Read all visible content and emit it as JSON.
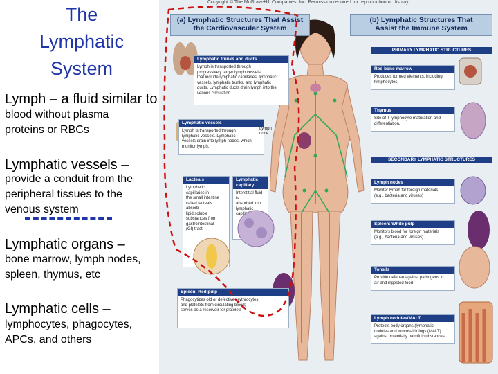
{
  "slide": {
    "title": "The\nLymphatic\nSystem",
    "lymph_heading": "Lymph – a fluid similar to",
    "lymph_desc": "blood without plasma\nproteins or RBCs",
    "vessels_heading": "Lymphatic vessels –",
    "vessels_desc": "provide a conduit from the\nperipheral tissues to the\nvenous system",
    "organs_heading": "Lymphatic organs –",
    "organs_desc": "bone marrow, lymph nodes,\nspleen, thymus, etc",
    "cells_heading": "Lymphatic cells –",
    "cells_desc": "lymphocytes, phagocytes,\nAPCs, and others"
  },
  "figure": {
    "copyright": "Copyright © The McGraw-Hill Companies, Inc. Permission required for reproduction or display.",
    "panel_a_title": "(a) Lymphatic Structures That Assist\nthe Cardiovascular System",
    "panel_b_title": "(b) Lymphatic Structures That\nAssist the Immune System",
    "primary_header": "PRIMARY LYMPHATIC STRUCTURES",
    "secondary_header": "SECONDARY LYMPHATIC STRUCTURES",
    "trunks": {
      "title": "Lymphatic trunks and ducts",
      "text": "Lymph is transported through\nprogressively larger lymph vessels\nthat include lymphatic capillaries, lymphatic\nvessels, lymphatic trunks, and lymphatic\nducts. Lymphatic ducts drain lymph into the\nvenous circulation."
    },
    "vessels": {
      "title": "Lymphatic vessels",
      "text": "Lymph is transported through\nlymphatic vessels. Lymphatic\nvessels drain into lymph nodes, which\nmonitor lymph."
    },
    "lymph_node_label": "Lymph\nnode",
    "lacteals": {
      "title": "Lacteals",
      "text": "Lymphatic\ncapillaries in\nthe small intestine\ncalled lacteals\nabsorb\nlipid soluble\nsubstances from\ngastrointestinal\n(GI) tract."
    },
    "capillary": {
      "title": "Lymphatic\ncapillary",
      "text": "Interstitial fluid is\nabsorbed into\nlymphatic\ncapillaries."
    },
    "red_marrow": {
      "title": "Red bone marrow",
      "text": "Produces formed elements, including\nlymphocytes."
    },
    "thymus": {
      "title": "Thymus",
      "text": "Site of T-lymphocyte maturation and\ndifferentiation."
    },
    "lymph_nodes": {
      "title": "Lymph nodes",
      "text": "Monitor lymph for foreign materials\n(e.g., bacteria and viruses)"
    },
    "spleen_white": {
      "title": "Spleen: White pulp",
      "text": "Monitors blood for foreign materials\n(e.g., bacteria and viruses)"
    },
    "tonsils": {
      "title": "Tonsils",
      "text": "Provide defense against pathogens in\nair and ingested food"
    },
    "spleen_red": {
      "title": "Spleen: Red pulp",
      "text": "Phagocytizes old or defective erythrocytes\nand platelets from circulating blood;\nserves as a reservoir for platelets"
    },
    "malt": {
      "title": "Lymph nodules/MALT",
      "text": "Protects body organs (lymphatic\nnodules and mucosal linings (MALT)\nagainst potentially harmful substances"
    }
  },
  "colors": {
    "title_blue": "#1f35a8",
    "header_navy": "#1e3f86",
    "title_box": "#b9cde3",
    "annotation_red": "#cc1111"
  }
}
